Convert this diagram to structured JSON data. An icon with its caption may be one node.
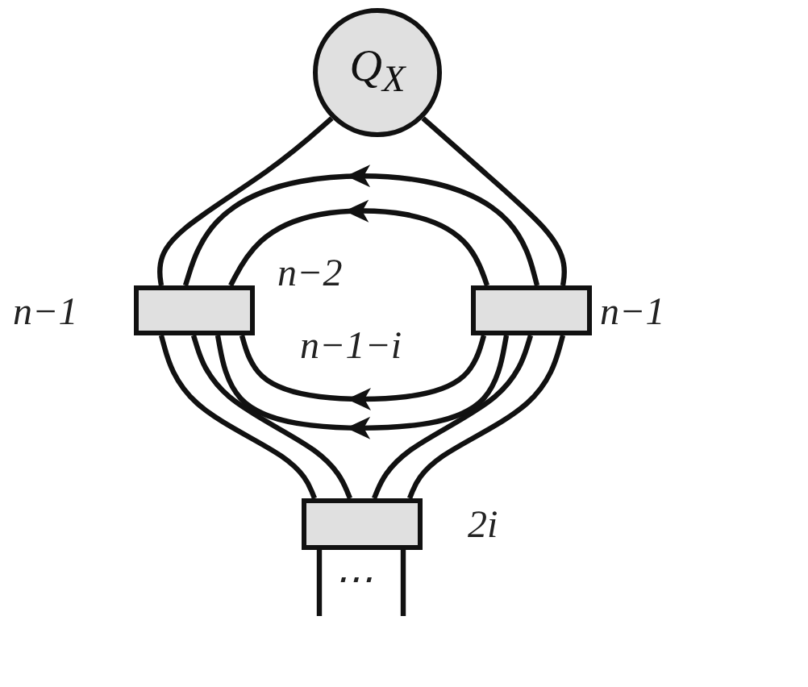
{
  "diagram": {
    "nodes": [
      {
        "text": [
          "Q$_{X}$"
        ]
      },
      {
        "text": [],
        "shape": "box",
        "beside": [
          "n−1"
        ]
      },
      {
        "text": [],
        "shape": "box",
        "beside": [
          "n−1"
        ]
      },
      {
        "text": [],
        "shape": "box",
        "beside": [
          "2i"
        ]
      }
    ],
    "edges": [
      {
        "from": 0,
        "to": 1,
        "arrow": "none"
      },
      {
        "from": 0,
        "to": 2,
        "arrow": "none"
      },
      {
        "from": 2,
        "to": 1,
        "arrow": "to"
      },
      {
        "from": 2,
        "to": 1,
        "arrow": "to"
      },
      {
        "from": 2,
        "to": 1,
        "arrow": "to"
      },
      {
        "from": 2,
        "to": 1,
        "arrow": "to"
      },
      {
        "from": 1,
        "to": 3,
        "arrow": "none"
      },
      {
        "from": 1,
        "to": 3,
        "arrow": "none"
      },
      {
        "from": 2,
        "to": 3,
        "arrow": "none"
      },
      {
        "from": 2,
        "to": 3,
        "arrow": "none"
      },
      {
        "from": 3,
        "to": null,
        "arrow": "none"
      },
      {
        "from": 3,
        "to": null,
        "arrow": "none"
      }
    ],
    "labels": [
      "n−2",
      "n−1−i",
      "⋯"
    ]
  }
}
